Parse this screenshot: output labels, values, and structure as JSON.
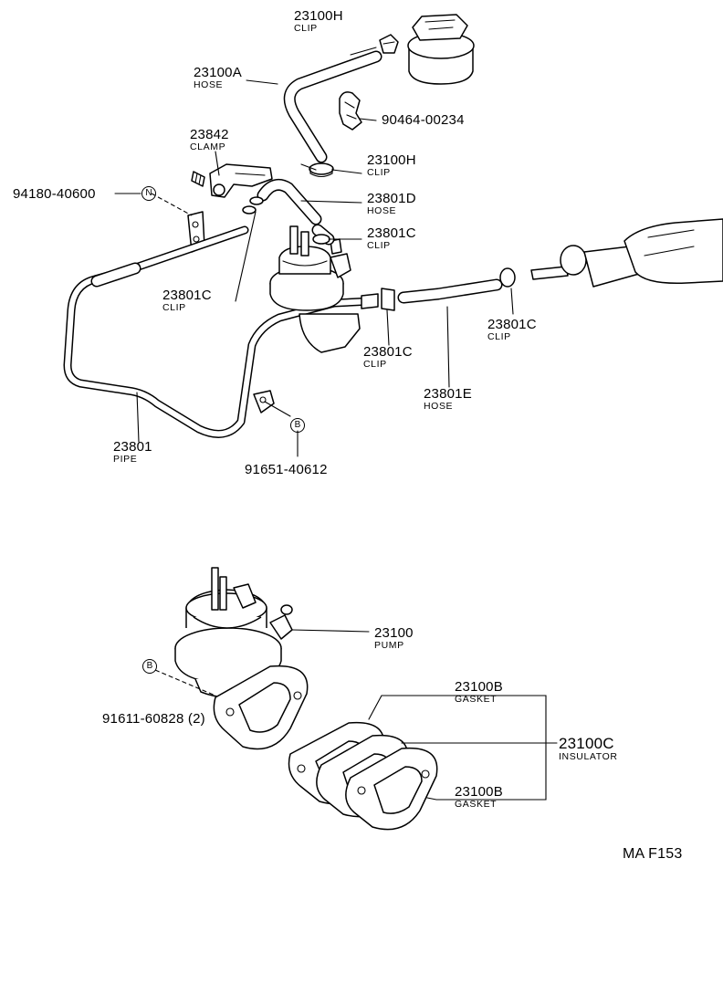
{
  "drawing_code": "MA F153",
  "callouts": {
    "c23100H_top": {
      "number": "23100H",
      "name": "CLIP"
    },
    "c23100A": {
      "number": "23100A",
      "name": "HOSE"
    },
    "c90464": {
      "number": "90464-00234"
    },
    "c23842": {
      "number": "23842",
      "name": "CLAMP"
    },
    "c23100H_mid": {
      "number": "23100H",
      "name": "CLIP"
    },
    "c94180": {
      "number": "94180-40600"
    },
    "c23801D": {
      "number": "23801D",
      "name": "HOSE"
    },
    "c23801C_a": {
      "number": "23801C",
      "name": "CLIP"
    },
    "c23801C_b": {
      "number": "23801C",
      "name": "CLIP"
    },
    "c23801C_c": {
      "number": "23801C",
      "name": "CLIP"
    },
    "c23801C_d": {
      "number": "23801C",
      "name": "CLIP"
    },
    "c23801E": {
      "number": "23801E",
      "name": "HOSE"
    },
    "c23801": {
      "number": "23801",
      "name": "PIPE"
    },
    "c91651": {
      "number": "91651-40612"
    },
    "c23100": {
      "number": "23100",
      "name": "PUMP"
    },
    "c91611": {
      "number": "91611-60828 (2)"
    },
    "c23100B_a": {
      "number": "23100B",
      "name": "GASKET"
    },
    "c23100C": {
      "number": "23100C",
      "name": "INSULATOR"
    },
    "c23100B_b": {
      "number": "23100B",
      "name": "GASKET"
    }
  },
  "symbols": {
    "n_mark": "N",
    "b_mark_1": "B",
    "b_mark_2": "B"
  }
}
